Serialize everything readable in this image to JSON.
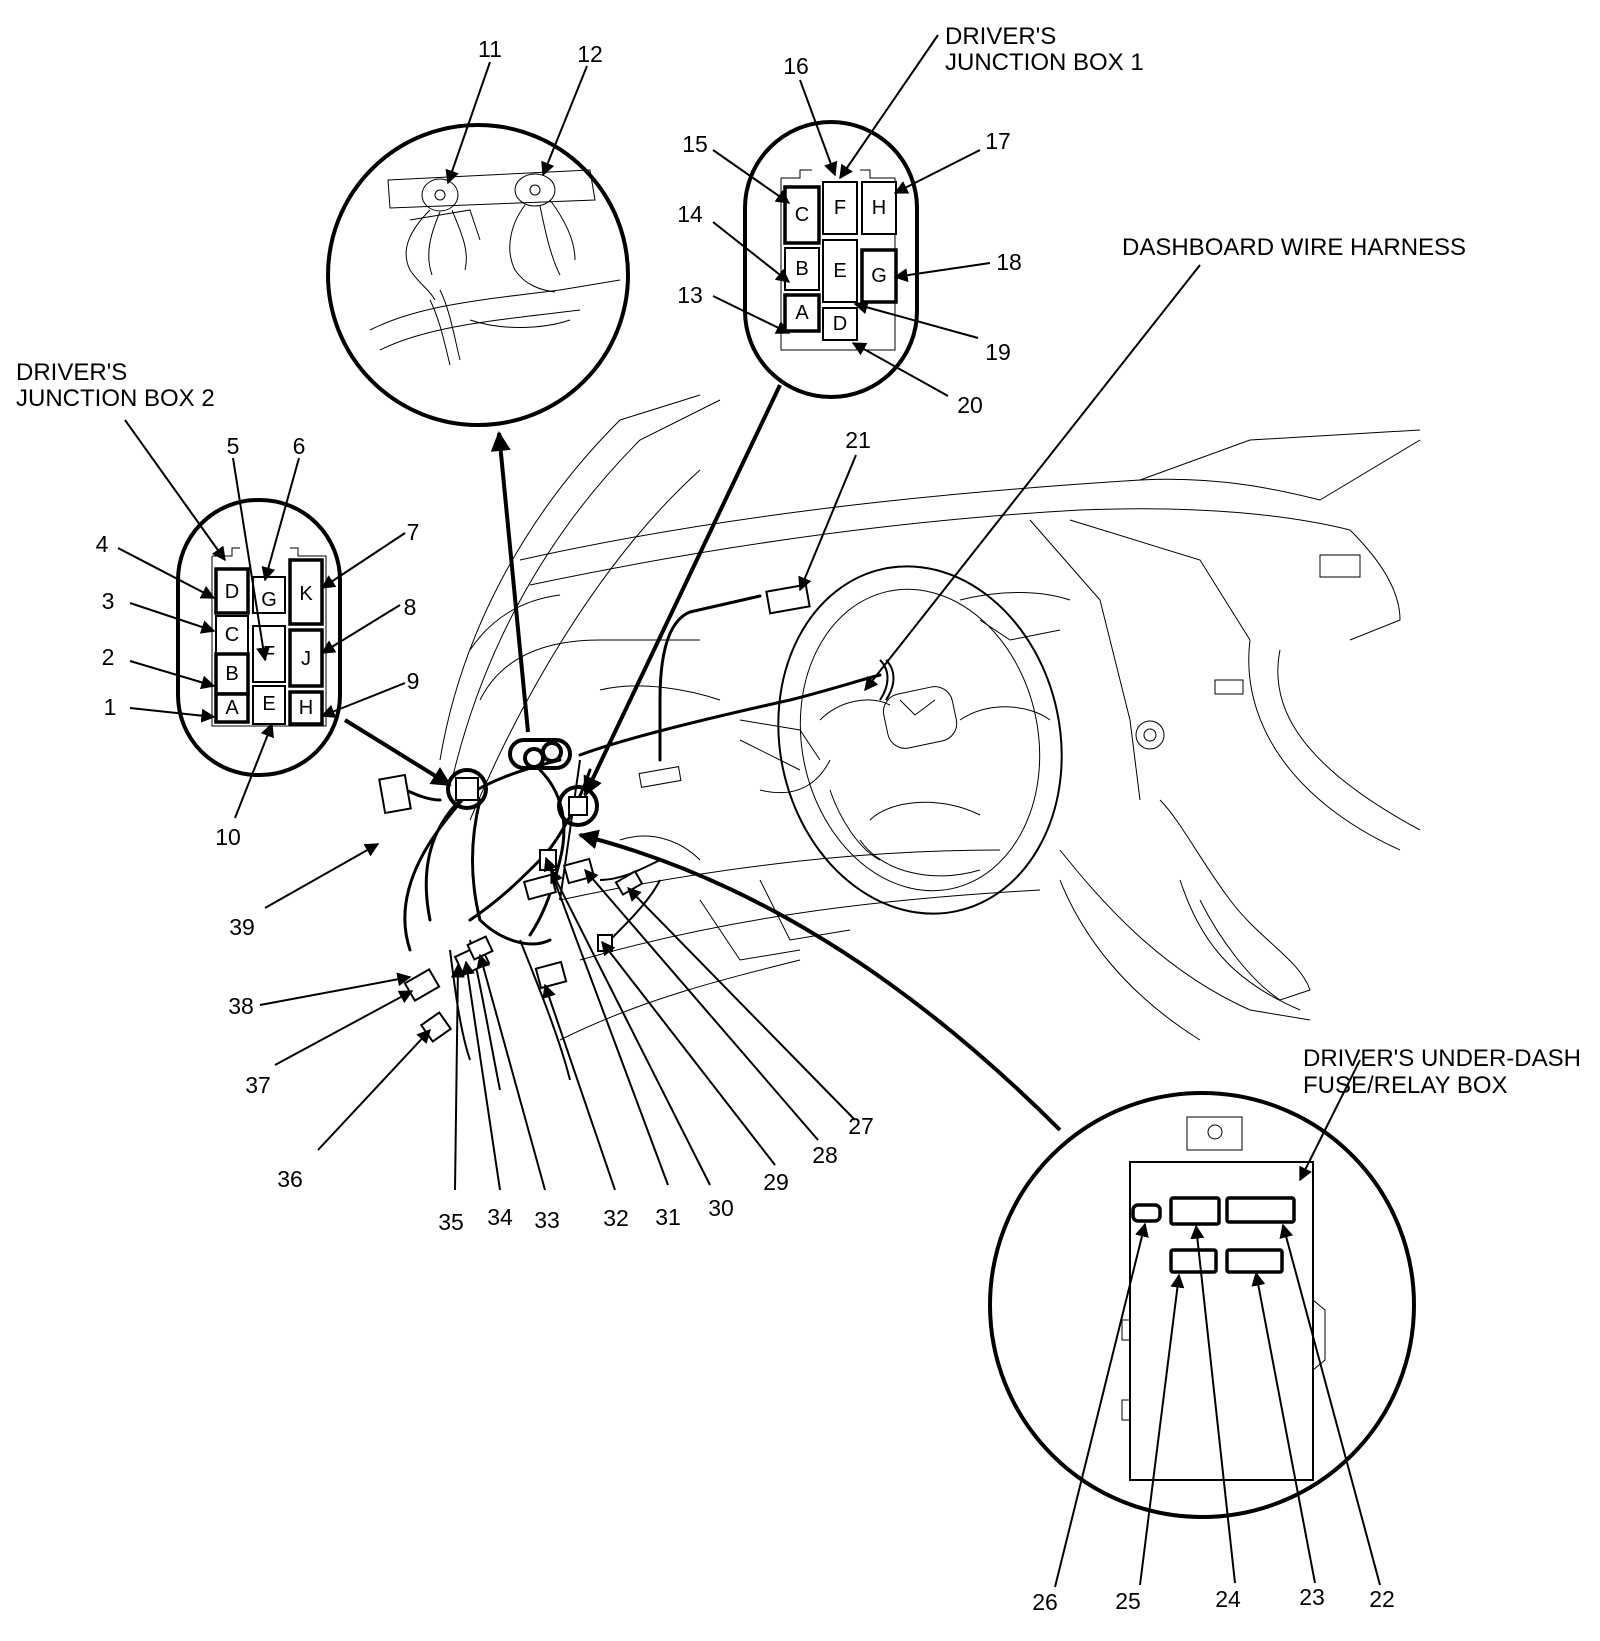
{
  "titles": {
    "junction_box_1": [
      "DRIVER'S",
      "JUNCTION BOX 1"
    ],
    "junction_box_2": [
      "DRIVER'S",
      "JUNCTION BOX 2"
    ],
    "dashboard_harness": "DASHBOARD WIRE HARNESS",
    "under_dash_box": [
      "DRIVER'S UNDER-DASH",
      "FUSE/RELAY BOX"
    ]
  },
  "callouts": [
    "1",
    "2",
    "3",
    "4",
    "5",
    "6",
    "7",
    "8",
    "9",
    "10",
    "11",
    "12",
    "13",
    "14",
    "15",
    "16",
    "17",
    "18",
    "19",
    "20",
    "21",
    "22",
    "23",
    "24",
    "25",
    "26",
    "27",
    "28",
    "29",
    "30",
    "31",
    "32",
    "33",
    "34",
    "35",
    "36",
    "37",
    "38",
    "39"
  ],
  "junction_box_2": {
    "connectors": [
      "A",
      "B",
      "C",
      "D",
      "E",
      "F",
      "G",
      "H",
      "J",
      "K"
    ]
  },
  "junction_box_1": {
    "connectors": [
      "A",
      "B",
      "C",
      "D",
      "E",
      "F",
      "G",
      "H"
    ]
  }
}
